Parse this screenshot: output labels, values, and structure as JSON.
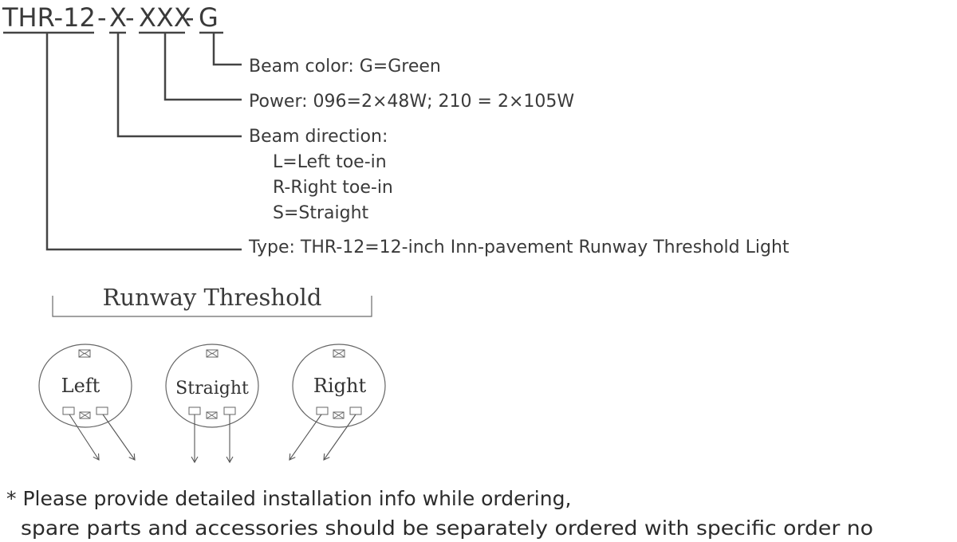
{
  "code": {
    "part_type": "THR-12",
    "sep1": "-",
    "part_direction": "X",
    "sep2": "-",
    "part_power": "XXX",
    "sep3": "-",
    "part_color": "G"
  },
  "descriptions": {
    "beam_color": "Beam color: G=Green",
    "power": "Power: 096=2×48W; 210 = 2×105W",
    "beam_direction": {
      "title": "Beam direction:",
      "options": [
        "L=Left toe-in",
        "R-Right toe-in",
        "S=Straight"
      ]
    },
    "type": "Type: THR-12=12-inch Inn-pavement Runway Threshold Light"
  },
  "runway": {
    "title": "Runway Threshold",
    "lights": [
      {
        "label": "Left"
      },
      {
        "label": "Straight"
      },
      {
        "label": "Right"
      }
    ]
  },
  "note": {
    "line1": "* Please provide detailed installation info while ordering,",
    "line2": "spare parts and accessories should be separately ordered with specific order no"
  },
  "icons": {
    "lamp": "light-symbol-icon",
    "lens": "lens-window-icon",
    "arrow": "beam-arrow-icon"
  }
}
